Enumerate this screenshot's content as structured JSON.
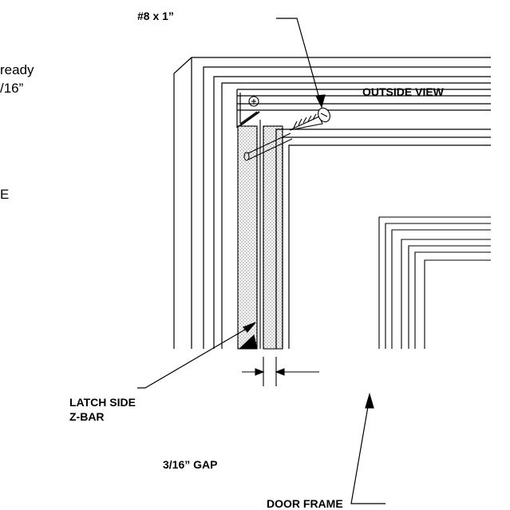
{
  "callouts": {
    "screw_size": "#8 x 1”",
    "view_name": "OUTSIDE VIEW",
    "latch_z_bar_line1": "LATCH SIDE",
    "latch_z_bar_line2": "Z-BAR",
    "gap": "3/16” GAP",
    "door_frame": "DOOR FRAME"
  },
  "cropped_text": {
    "line1": "ready",
    "line2": "/16”",
    "line3": "E"
  },
  "colors": {
    "ink": "#000000",
    "background": "#ffffff"
  }
}
